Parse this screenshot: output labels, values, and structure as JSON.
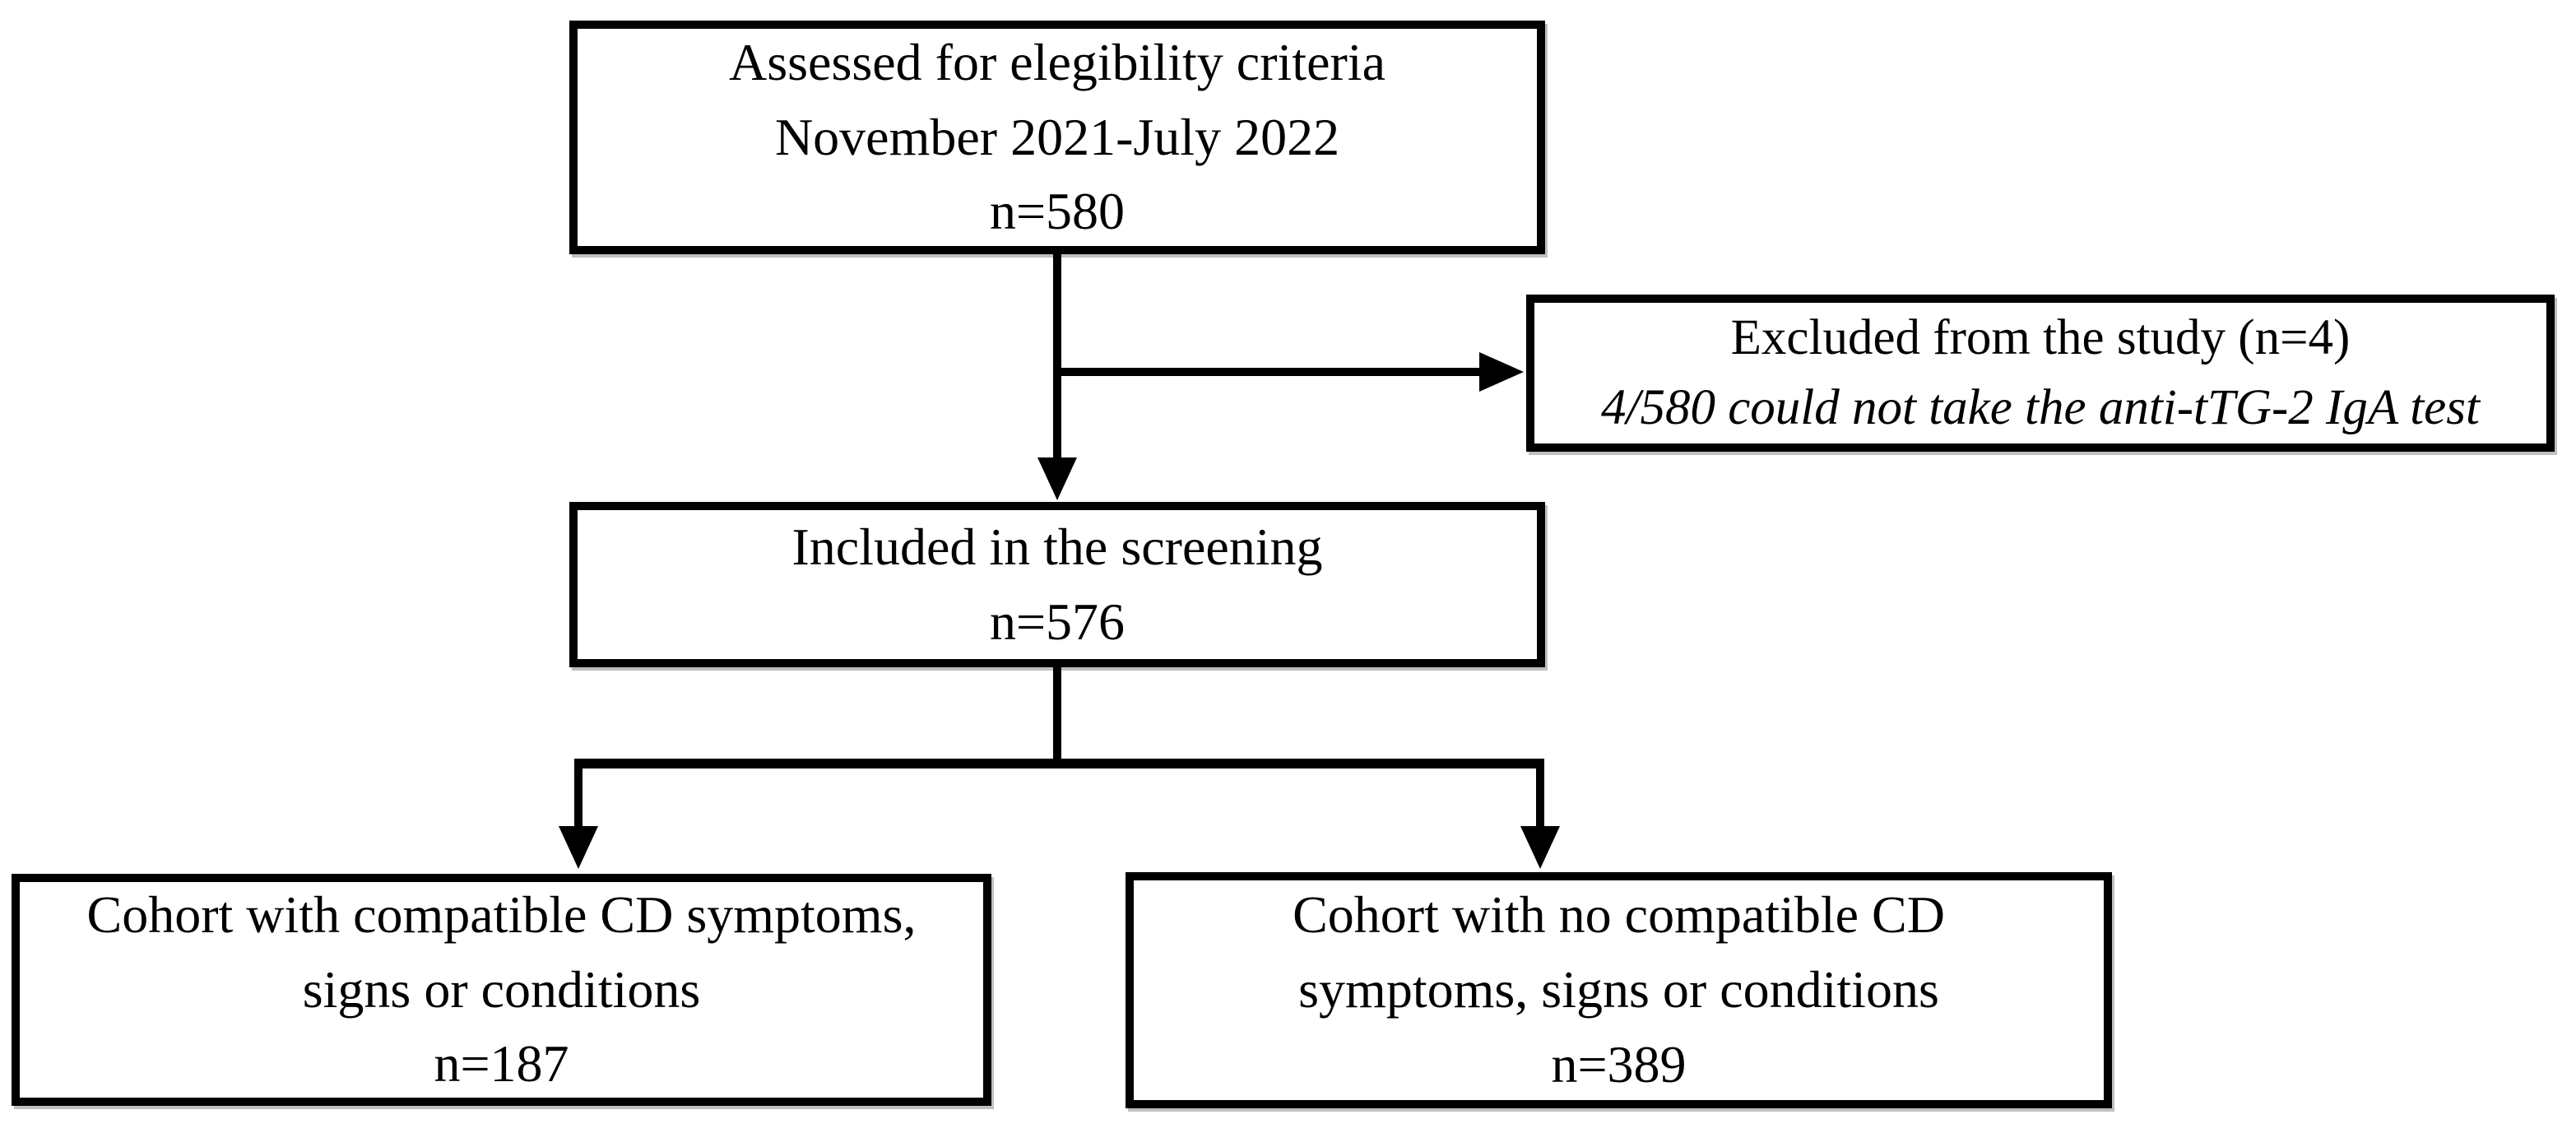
{
  "figure": {
    "type": "flowchart",
    "description": "Study screening flow diagram",
    "colors": {
      "background": "#ffffff",
      "box_border": "#000000",
      "box_fill": "#ffffff",
      "text": "#000000",
      "arrow": "#000000"
    },
    "boxes": {
      "assessed": {
        "lines": [
          "Assessed for elegibility criteria",
          "November 2021-July 2022",
          "n=580"
        ]
      },
      "excluded": {
        "lines": [
          "Excluded from the study (n=4)",
          "4/580 could not take the anti-tTG-2 IgA test"
        ]
      },
      "included": {
        "lines": [
          "Included in the screening",
          "n=576"
        ]
      },
      "cohort_compatible": {
        "lines": [
          "Cohort with compatible CD symptoms,",
          "signs or conditions",
          "n=187"
        ]
      },
      "cohort_no_compatible": {
        "lines": [
          "Cohort with no compatible CD",
          "symptoms, signs or conditions",
          "n=389"
        ]
      }
    },
    "edges": [
      {
        "from": "assessed",
        "to": "excluded"
      },
      {
        "from": "assessed",
        "to": "included"
      },
      {
        "from": "included",
        "to": "cohort_compatible"
      },
      {
        "from": "included",
        "to": "cohort_no_compatible"
      }
    ]
  }
}
